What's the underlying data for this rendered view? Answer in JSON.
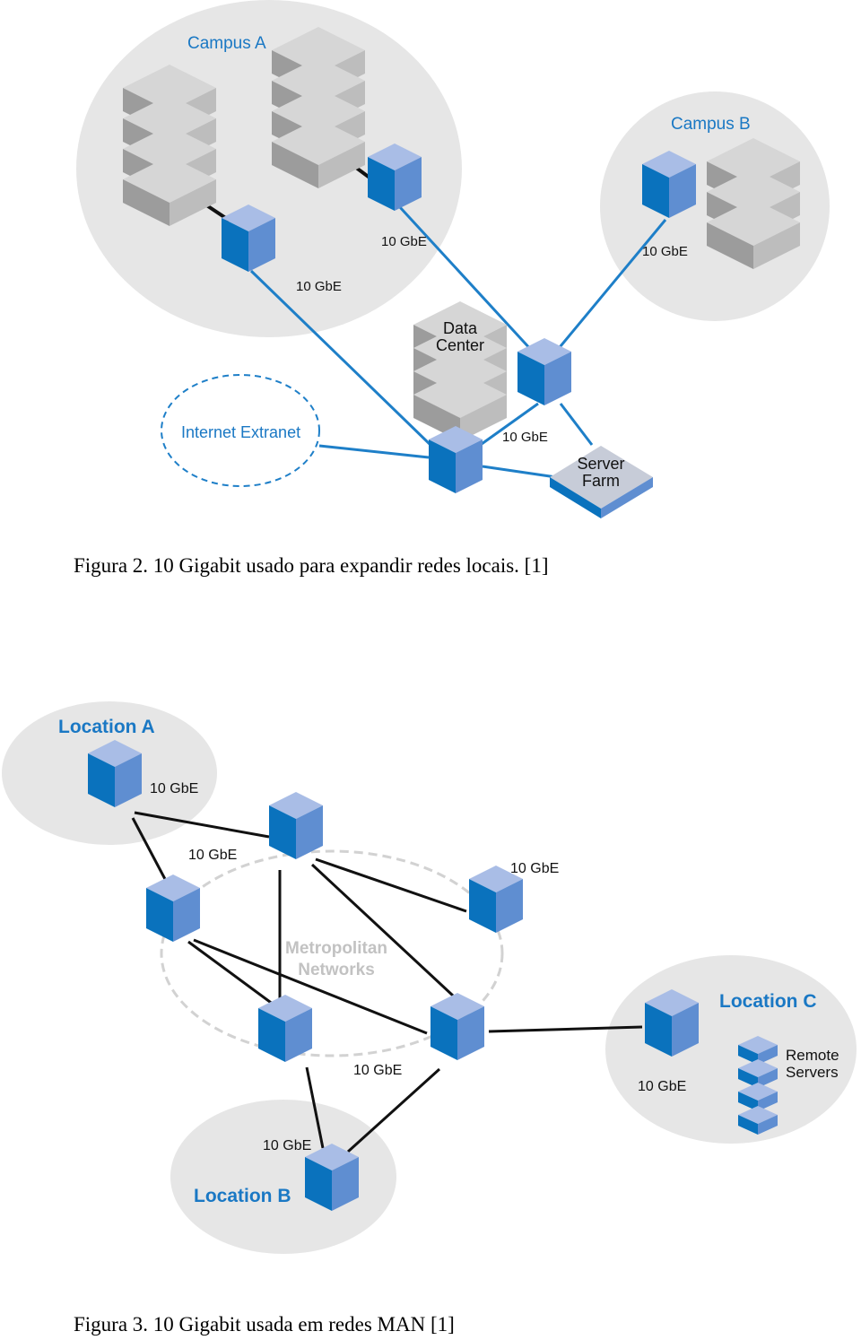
{
  "figure2": {
    "caption": "Figura 2. 10 Gigabit usado para expandir redes locais. [1]",
    "campus_a": "Campus A",
    "campus_b": "Campus B",
    "data_center": [
      "Data",
      "Center"
    ],
    "server_farm": [
      "Server",
      "Farm"
    ],
    "internet_extranet": "Internet Extranet",
    "link_label": "10 GbE"
  },
  "figure3": {
    "caption": "Figura 3. 10 Gigabit usada em redes MAN [1]",
    "location_a": "Location A",
    "location_b": "Location B",
    "location_c": "Location C",
    "metro": [
      "Metropolitan",
      "Networks"
    ],
    "remote_servers": [
      "Remote",
      "Servers"
    ],
    "link_label": "10 GbE"
  },
  "colors": {
    "switch_top": "#a9bde6",
    "switch_front": "#0a72bd",
    "switch_side": "#5f8ed1",
    "link_blue": "#1e7fc8",
    "link_black": "#111111",
    "label_blue": "#1a78c4",
    "bubble": "#e6e6e6",
    "metro_dash": "#d2d2d2"
  }
}
